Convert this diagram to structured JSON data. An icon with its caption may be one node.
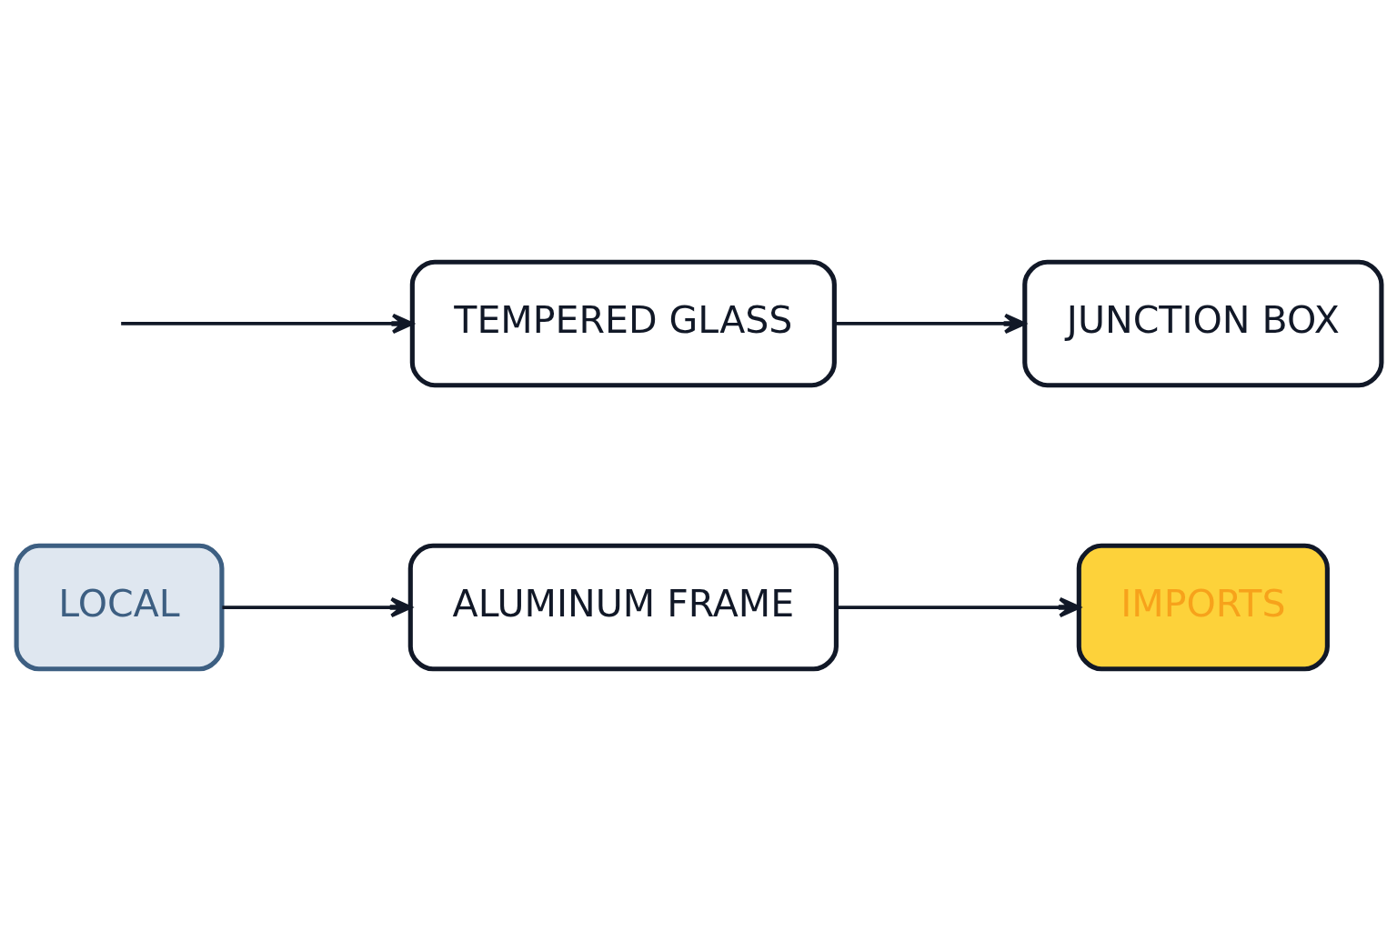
{
  "diagram": {
    "nodes": [
      {
        "text": [
          "LOCAL"
        ]
      },
      {
        "text": [
          "ALUMINUM FRAME"
        ]
      },
      {
        "text": [
          "IMPORTS"
        ]
      },
      {
        "text": [
          "TEMPERED GLASS"
        ]
      },
      {
        "text": [
          "JUNCTION BOX"
        ]
      }
    ],
    "edges": [
      {
        "from": 0,
        "to": 1,
        "arrow": "to"
      },
      {
        "from": 1,
        "to": 2,
        "arrow": "to"
      },
      {
        "from": null,
        "to": 3,
        "arrow": "to"
      },
      {
        "from": 3,
        "to": 4,
        "arrow": "to"
      }
    ]
  }
}
